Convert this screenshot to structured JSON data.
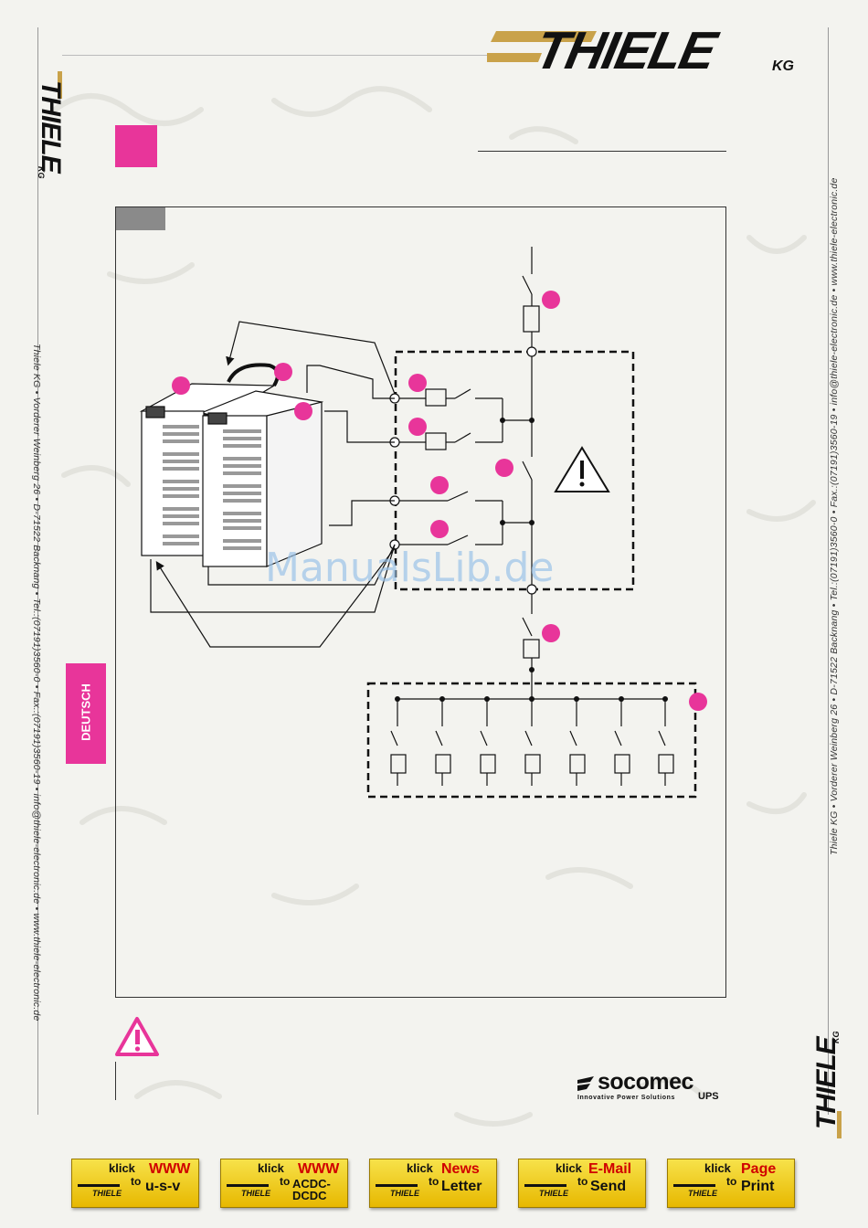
{
  "header": {
    "logo_text": "THIELE",
    "logo_suffix": "KG"
  },
  "side_logo": {
    "text": "THIELE",
    "suffix": "KG"
  },
  "left_margin_text": "Thiele KG • Vorderer Weinberg 26 • D-71522 Backnang • Tel.:(07191)3560-0 • Fax.:(07191)3560-19 • info@thiele-electronic.de • www.thiele-electronic.de",
  "right_margin_text": "Thiele KG • Vorderer Weinberg 26 • D-71522 Backnang • Tel.:(07191)3560-0 • Fax.:(07191)3560-19 • info@thiele-electronic.de • www.thiele-electronic.de",
  "language_tab": "DEUTSCH",
  "watermark": "ManualsLib.de",
  "footer_brand": {
    "name": "socomec",
    "tagline": "Innovative Power Solutions",
    "suffix": "UPS"
  },
  "colors": {
    "accent_magenta": "#e8359a",
    "gold": "#c9a24a",
    "grey_tab": "#8a8a8a"
  },
  "buttons": [
    {
      "klick": "klick",
      "to": "to",
      "line1": "WWW",
      "line2": "u-s-v",
      "logo": "THIELE"
    },
    {
      "klick": "klick",
      "to": "to",
      "line1": "WWW",
      "line2": "ACDC-DCDC",
      "logo": "THIELE"
    },
    {
      "klick": "klick",
      "to": "to",
      "line1": "News",
      "line2": "Letter",
      "logo": "THIELE"
    },
    {
      "klick": "klick",
      "to": "to",
      "line1": "E-Mail",
      "line2": "Send",
      "logo": "THIELE"
    },
    {
      "klick": "klick",
      "to": "to",
      "line1": "Page",
      "line2": "Print",
      "logo": "THIELE"
    }
  ],
  "icons": {
    "warning": "warning-triangle-icon",
    "logo": "thiele-logo-icon"
  }
}
